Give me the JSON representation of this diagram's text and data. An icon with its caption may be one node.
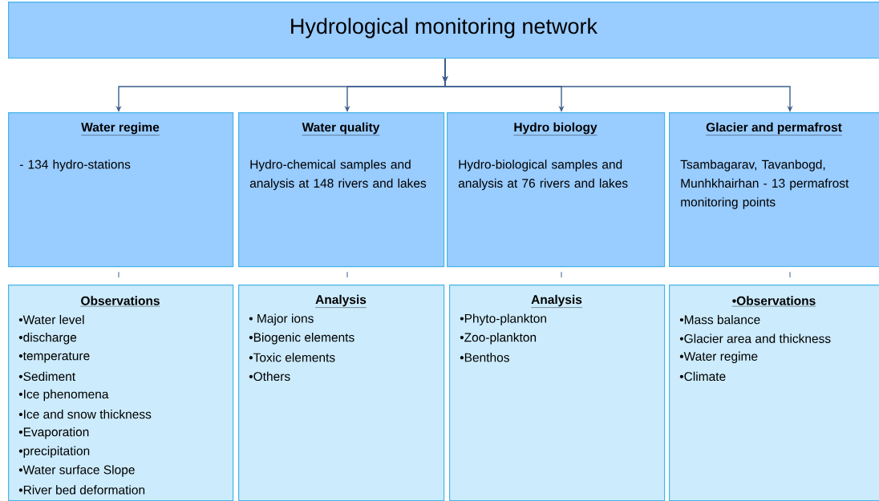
{
  "diagram": {
    "nodes": [
      {
        "text": [
          "Hydrological monitoring network"
        ]
      },
      {
        "text": [
          "Water regime",
          "- 134 hydro-stations"
        ]
      },
      {
        "text": [
          "Water quality",
          "Hydro-chemical samples and analysis at 148 rivers and lakes"
        ]
      },
      {
        "text": [
          "Hydro biology",
          "Hydro-biological samples and analysis at 76 rivers and lakes"
        ]
      },
      {
        "text": [
          "Glacier and permafrost",
          "Tsambagarav, Tavanbogd, Munhkhairhan - 13 permafrost monitoring points"
        ]
      },
      {
        "text": [
          "Observations",
          "•Water level",
          "•discharge",
          "•temperature",
          "•Sediment",
          "•Ice phenomena",
          "•Ice and snow thickness",
          "•Evaporation",
          "•precipitation",
          "•Water surface Slope",
          "•River bed deformation"
        ]
      },
      {
        "text": [
          "Analysis",
          "• Major ions",
          "•Biogenic elements",
          "•Toxic elements",
          "•Others"
        ]
      },
      {
        "text": [
          "Analysis",
          "•Phyto-plankton",
          "•Zoo-plankton",
          "•Benthos"
        ]
      },
      {
        "text": [
          "•Observations",
          "•Mass balance",
          "•Glacier area  and thickness",
          "•Water regime",
          "•Climate"
        ]
      }
    ],
    "edges": [
      {
        "from": 0,
        "to": 1,
        "arrow": "to"
      },
      {
        "from": 0,
        "to": 2,
        "arrow": "to"
      },
      {
        "from": 0,
        "to": 3,
        "arrow": "to"
      },
      {
        "from": 0,
        "to": 4,
        "arrow": "to"
      },
      {
        "from": 1,
        "to": 5,
        "arrow": "none"
      },
      {
        "from": 2,
        "to": 6,
        "arrow": "none"
      },
      {
        "from": 3,
        "to": 7,
        "arrow": "none"
      },
      {
        "from": 4,
        "to": 8,
        "arrow": "none"
      }
    ]
  }
}
